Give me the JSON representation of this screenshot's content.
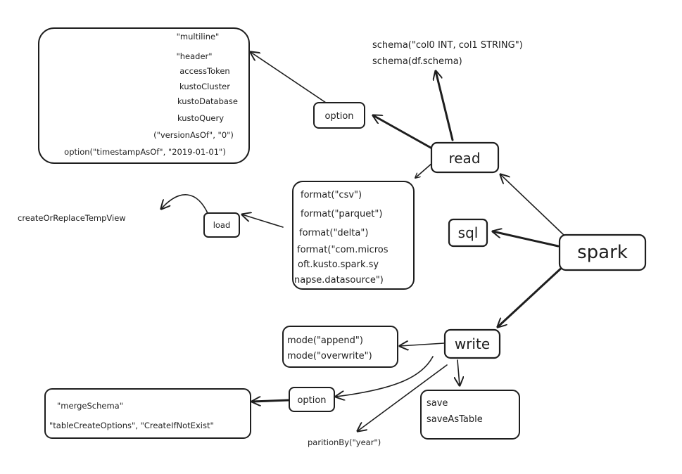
{
  "nodes": {
    "spark": "spark",
    "read": "read",
    "sql": "sql",
    "write": "write",
    "read_option": "option",
    "load": "load",
    "write_option": "option"
  },
  "read_options": [
    "\"multiline\"",
    "\"header\"",
    "accessToken",
    "kustoCluster",
    "kustoDatabase",
    "kustoQuery",
    "(\"versionAsOf\", \"0\")",
    "option(\"timestampAsOf\", \"2019-01-01\")"
  ],
  "schema_lines": [
    "schema(\"col0 INT, col1 STRING\")",
    "schema(df.schema)"
  ],
  "formats": [
    "format(\"csv\")",
    "format(\"parquet\")",
    "format(\"delta\")",
    "format(\"com.micros",
    "oft.kusto.spark.sy",
    "napse.datasource\")"
  ],
  "load_target": "createOrReplaceTempView",
  "modes": [
    "mode(\"append\")",
    "mode(\"overwrite\")"
  ],
  "write_options": [
    "\"mergeSchema\"",
    "\"tableCreateOptions\", \"CreateIfNotExist\""
  ],
  "save_methods": [
    "save",
    "saveAsTable"
  ],
  "partition": "paritionBy(\"year\")",
  "colors": {
    "stroke": "#1e1e1e",
    "background": "#ffffff"
  }
}
